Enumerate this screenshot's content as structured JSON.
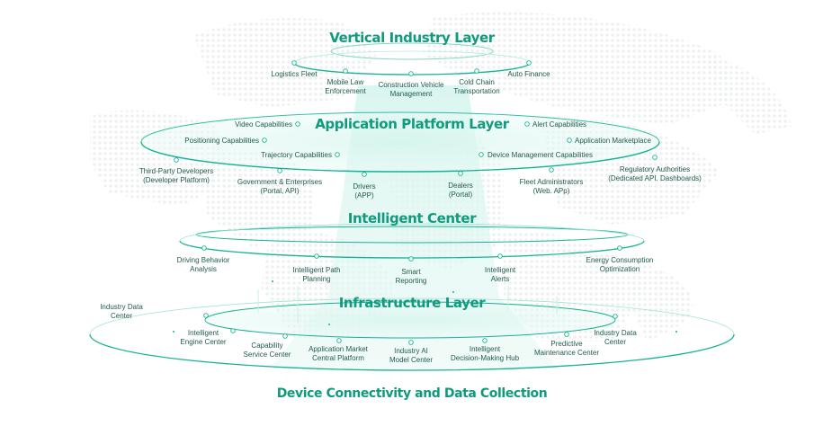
{
  "colors": {
    "accent": "#16b394",
    "title": "#109a7e",
    "label": "#1f5a4e",
    "glow": "#cdf3ea",
    "dots": "#eef0f0"
  },
  "layers": {
    "vertical_industry": {
      "title": "Vertical Industry Layer",
      "items": [
        {
          "label": "Logistics Fleet"
        },
        {
          "label": "Mobile Law\nEnforcement"
        },
        {
          "label": "Construction Vehicle\nManagement"
        },
        {
          "label": "Cold Chain\nTransportation"
        },
        {
          "label": "Auto Finance"
        }
      ]
    },
    "application_platform": {
      "title": "Application Platform Layer",
      "capabilities_left": [
        {
          "label": "Video Capabilities"
        },
        {
          "label": "Positioning Capabilities"
        },
        {
          "label": "Trajectory Capabilities"
        }
      ],
      "capabilities_right": [
        {
          "label": "Alert Capabilities"
        },
        {
          "label": "Application Marketplace"
        },
        {
          "label": "Device Management Capabilities"
        }
      ],
      "users": [
        {
          "label": "Third-Party Developers\n(Developer Platform)"
        },
        {
          "label": "Government & Enterprises\n(Portal, API)"
        },
        {
          "label": "Drivers\n(APP)"
        },
        {
          "label": "Dealers\n(Portal)"
        },
        {
          "label": "Fleet Administrators\n(Web. APp)"
        },
        {
          "label": "Regulatory Authorities\n(Dedicated API. Dashboards)"
        }
      ]
    },
    "intelligent_center": {
      "title": "Intelligent Center",
      "items": [
        {
          "label": "Driving Behavior\nAnalysis"
        },
        {
          "label": "Intelligent Path\nPlanning"
        },
        {
          "label": "Smart\nReporting"
        },
        {
          "label": "Intelligent\nAlerts"
        },
        {
          "label": "Energy Consumption\nOptimization"
        }
      ]
    },
    "infrastructure": {
      "title": "Infrastructure Layer",
      "outer_left": {
        "label": "Industry Data\nCenter"
      },
      "items": [
        {
          "label": "Intelligent\nEngine Center"
        },
        {
          "label": "Capability\nService Center"
        },
        {
          "label": "Application Market\nCentral Platform"
        },
        {
          "label": "Industry AI\nModel Center"
        },
        {
          "label": "Intelligent\nDecision-Making Hub"
        },
        {
          "label": "Predictive\nMaintenance Center"
        },
        {
          "label": "Industry Data\nCenter"
        }
      ]
    }
  },
  "footer": {
    "title": "Device Connectivity and Data Collection"
  }
}
